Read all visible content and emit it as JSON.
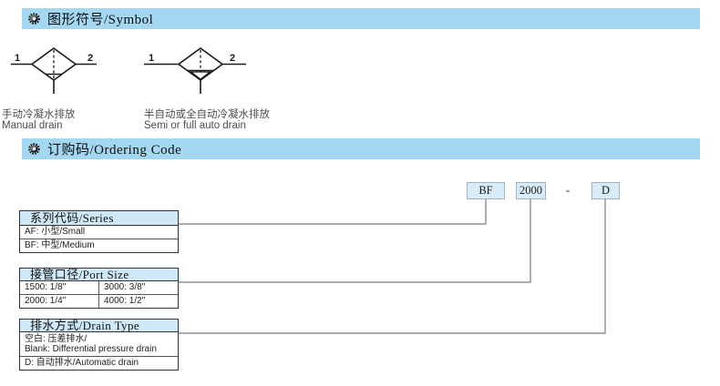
{
  "colors": {
    "bar_bg": "#a4d8f2",
    "table_header_bg": "#cfe9f8",
    "code_box_bg": "#d9edf8",
    "connector_line": "#7a7a7a"
  },
  "sections": {
    "symbol_title": "图形符号/Symbol",
    "ordering_title": "订购码/Ordering Code"
  },
  "symbols": {
    "manual": {
      "port1": "1",
      "port2": "2",
      "label_cn": "手动冷凝水排放",
      "label_en": "Manual drain"
    },
    "auto": {
      "port1": "1",
      "port2": "2",
      "label_cn": "半自动或全自动冷凝水排放",
      "label_en": "Semi or full auto drain"
    }
  },
  "ordering": {
    "code_boxes": [
      "BF",
      "2000",
      "D"
    ],
    "separator": "-",
    "tables": [
      {
        "header": "系列代码/Series",
        "rows": [
          {
            "cells": [
              "AF: 小型/Small"
            ]
          },
          {
            "cells": [
              "BF: 中型/Medium"
            ]
          }
        ]
      },
      {
        "header": "接管口径/Port Size",
        "rows": [
          {
            "cells": [
              "1500: 1/8\"",
              "3000: 3/8\""
            ]
          },
          {
            "cells": [
              "2000: 1/4\"",
              "4000: 1/2\""
            ]
          }
        ]
      },
      {
        "header": "排水方式/Drain Type",
        "rows": [
          {
            "cells": [
              "空白: 压差排水/",
              "Blank: Differential pressure drain"
            ]
          },
          {
            "cells": [
              "D: 自动排水/Automatic drain"
            ]
          }
        ]
      }
    ]
  }
}
